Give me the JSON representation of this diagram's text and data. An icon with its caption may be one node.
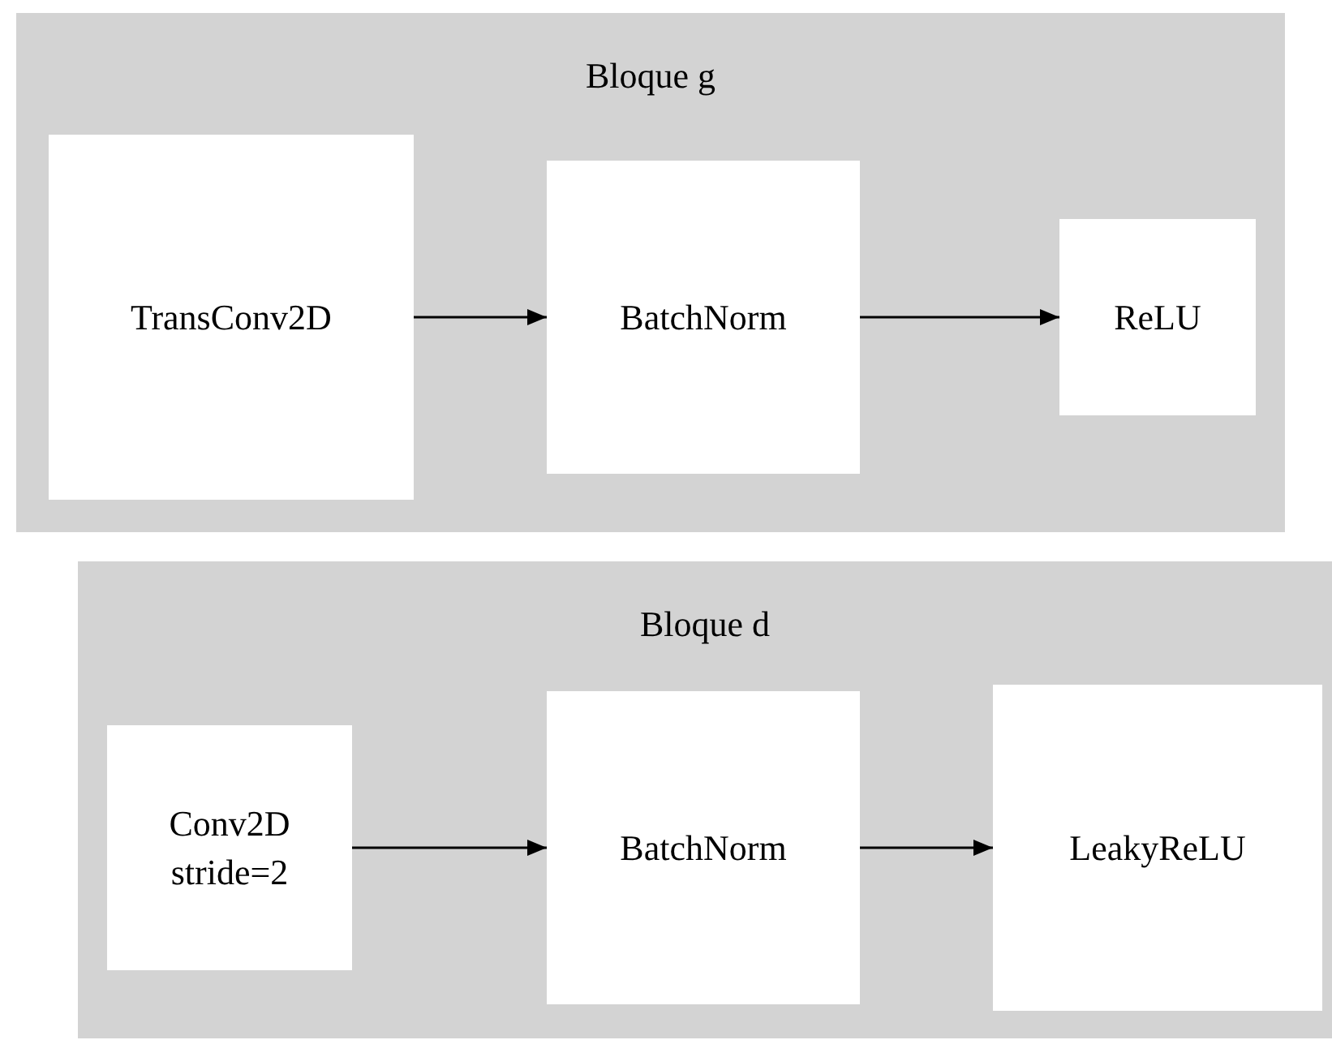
{
  "diagram": {
    "nodes": [
      {
        "text": [
          "Bloque g"
        ]
      },
      {
        "text": [
          "TransConv2D"
        ],
        "in": 0
      },
      {
        "text": [
          "BatchNorm"
        ],
        "in": 0
      },
      {
        "text": [
          "ReLU"
        ],
        "in": 0
      },
      {
        "text": [
          "Bloque d"
        ]
      },
      {
        "text": [
          "Conv2D stride=2"
        ],
        "in": 4
      },
      {
        "text": [
          "BatchNorm"
        ],
        "in": 4
      },
      {
        "text": [
          "LeakyReLU"
        ],
        "in": 4
      }
    ],
    "edges": [
      {
        "from": 1,
        "to": 2,
        "arrow": "to"
      },
      {
        "from": 2,
        "to": 3,
        "arrow": "to"
      },
      {
        "from": 5,
        "to": 6,
        "arrow": "to"
      },
      {
        "from": 6,
        "to": 7,
        "arrow": "to"
      }
    ]
  }
}
